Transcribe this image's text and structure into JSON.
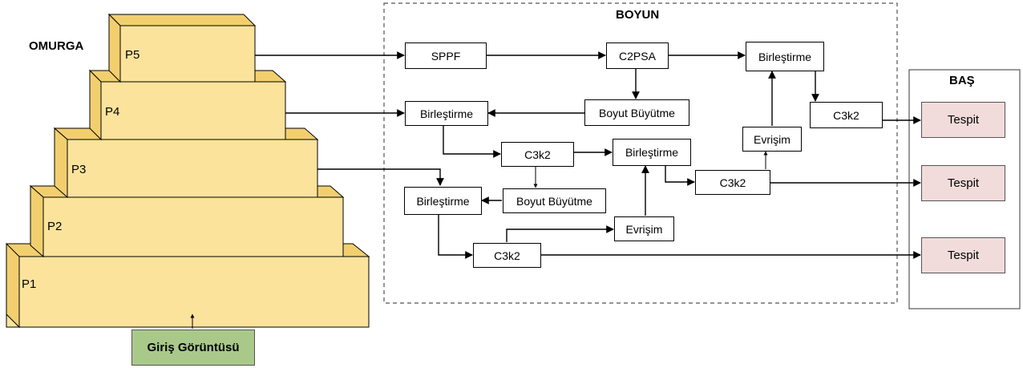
{
  "sections": {
    "backbone": "OMURGA",
    "neck": "BOYUN",
    "head": "BAŞ"
  },
  "backbone_levels": [
    "P5",
    "P4",
    "P3",
    "P2",
    "P1"
  ],
  "input_label": "Giriş Görüntüsü",
  "neck_nodes": {
    "sppf": "SPPF",
    "c2psa": "C2PSA",
    "concat_top": "Birleştirme",
    "upsample_1": "Boyut Büyütme",
    "concat_p4": "Birleştirme",
    "c3k2_top": "C3k2",
    "evrisim_top": "Evrişim",
    "c3k2_mid": "C3k2",
    "concat_mid": "Birleştirme",
    "c3k2_mid2": "C3k2",
    "upsample_2": "Boyut Büyütme",
    "concat_p3": "Birleştirme",
    "evrisim_low": "Evrişim",
    "c3k2_low": "C3k2"
  },
  "head_nodes": [
    "Tespit",
    "Tespit",
    "Tespit"
  ],
  "colors": {
    "backbone_fill": "#fbe39c",
    "backbone_side": "#f2cf6e",
    "input_fill": "#a9c98a",
    "detect_fill": "#f2dcdb"
  }
}
